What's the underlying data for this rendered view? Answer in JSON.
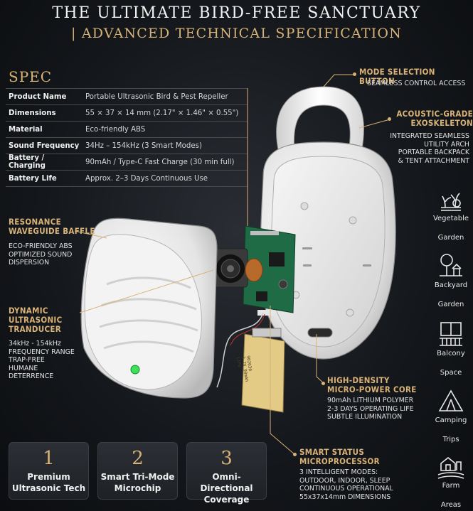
{
  "title": {
    "line1": "THE ULTIMATE BIRD-FREE SANCTUARY",
    "line2": "| ADVANCED TECHNICAL SPECIFICATION"
  },
  "spec": {
    "heading": "SPEC",
    "rows": [
      {
        "key": "Product Name",
        "value": "Portable Ultrasonic Bird & Pest Repeller"
      },
      {
        "key": "Dimensions",
        "value": "55 × 37 × 14 mm (2.17\" × 1.46\" × 0.55\")"
      },
      {
        "key": "Material",
        "value": "Eco-friendly ABS"
      },
      {
        "key": "Sound Frequency",
        "value": "34Hz – 154kHz (3 Smart Modes)"
      },
      {
        "key": "Battery / Charging",
        "value": "90mAh / Type-C Fast Charge (30 min full)"
      },
      {
        "key": "Battery Life",
        "value": "Approx. 2–3 Days Continuous Use"
      }
    ]
  },
  "callouts": {
    "mode": {
      "title": "MODE SELECTION BUTTON",
      "desc": "SEAMLESS CONTROL ACCESS"
    },
    "exo": {
      "title": [
        "ACOUSTIC-GRADE",
        "EXOSKELETON"
      ],
      "desc": [
        "INTEGRATED SEAMLESS",
        "UTILITY ARCH",
        "PORTABLE BACKPACK",
        "& TENT ATTACHMENT"
      ]
    },
    "baffle": {
      "title": [
        "RESONANCE",
        "WAVEGUIDE BAFFLE"
      ],
      "desc": [
        "ECO-FRIENDLY ABS",
        "OPTIMIZED SOUND",
        "DISPERSION"
      ]
    },
    "transducer": {
      "title": [
        "DYNAMIC",
        "ULTRASONIC",
        "TRANDUCER"
      ],
      "desc": [
        "34kHz - 154kHz",
        "FREQUENCY RANGE",
        "TRAP-FREE",
        "HUMANE",
        "DETERRENCE"
      ]
    },
    "power": {
      "title": [
        "HIGH-DENSITY",
        "MICRO-POWER CORE"
      ],
      "desc": [
        "90mAh LITHIUM POLYMER",
        "2-3 DAYS OPERATING LIFE",
        "SUBTLE ILLUMINATION"
      ]
    },
    "micro": {
      "title": [
        "SMART STATUS",
        "MICROPROCESSOR"
      ],
      "desc": [
        "3 INTELLIGENT MODES:",
        "OUTDOOR, INDOOR, SLEEP",
        "CONTINUOUS  OPERATIONAL",
        "55x37x14mm DIMENSIONS"
      ]
    }
  },
  "battery_print": [
    "902030",
    "3.7V 90mAh",
    "LiPo"
  ],
  "features": [
    {
      "num": "1",
      "label": [
        "Premium",
        "Ultrasonic Tech"
      ]
    },
    {
      "num": "2",
      "label": [
        "Smart Tri-Mode",
        "Microchip"
      ]
    },
    {
      "num": "3",
      "label": [
        "Omni-Directional",
        "Coverage"
      ]
    }
  ],
  "uses": [
    {
      "icon": "vegetable-garden-icon",
      "label": [
        "Vegetable",
        "Garden"
      ]
    },
    {
      "icon": "backyard-garden-icon",
      "label": [
        "Backyard",
        "Garden"
      ]
    },
    {
      "icon": "balcony-space-icon",
      "label": [
        "Balcony",
        "Space"
      ]
    },
    {
      "icon": "camping-trips-icon",
      "label": [
        "Camping",
        "Trips"
      ]
    },
    {
      "icon": "farm-areas-icon",
      "label": [
        "Farm",
        "Areas"
      ]
    }
  ],
  "colors": {
    "accent": "#d8b277",
    "background": "#15181c",
    "device": "#f1f1f1",
    "led": "#3ee05a",
    "pcb": "#1f6b45"
  }
}
